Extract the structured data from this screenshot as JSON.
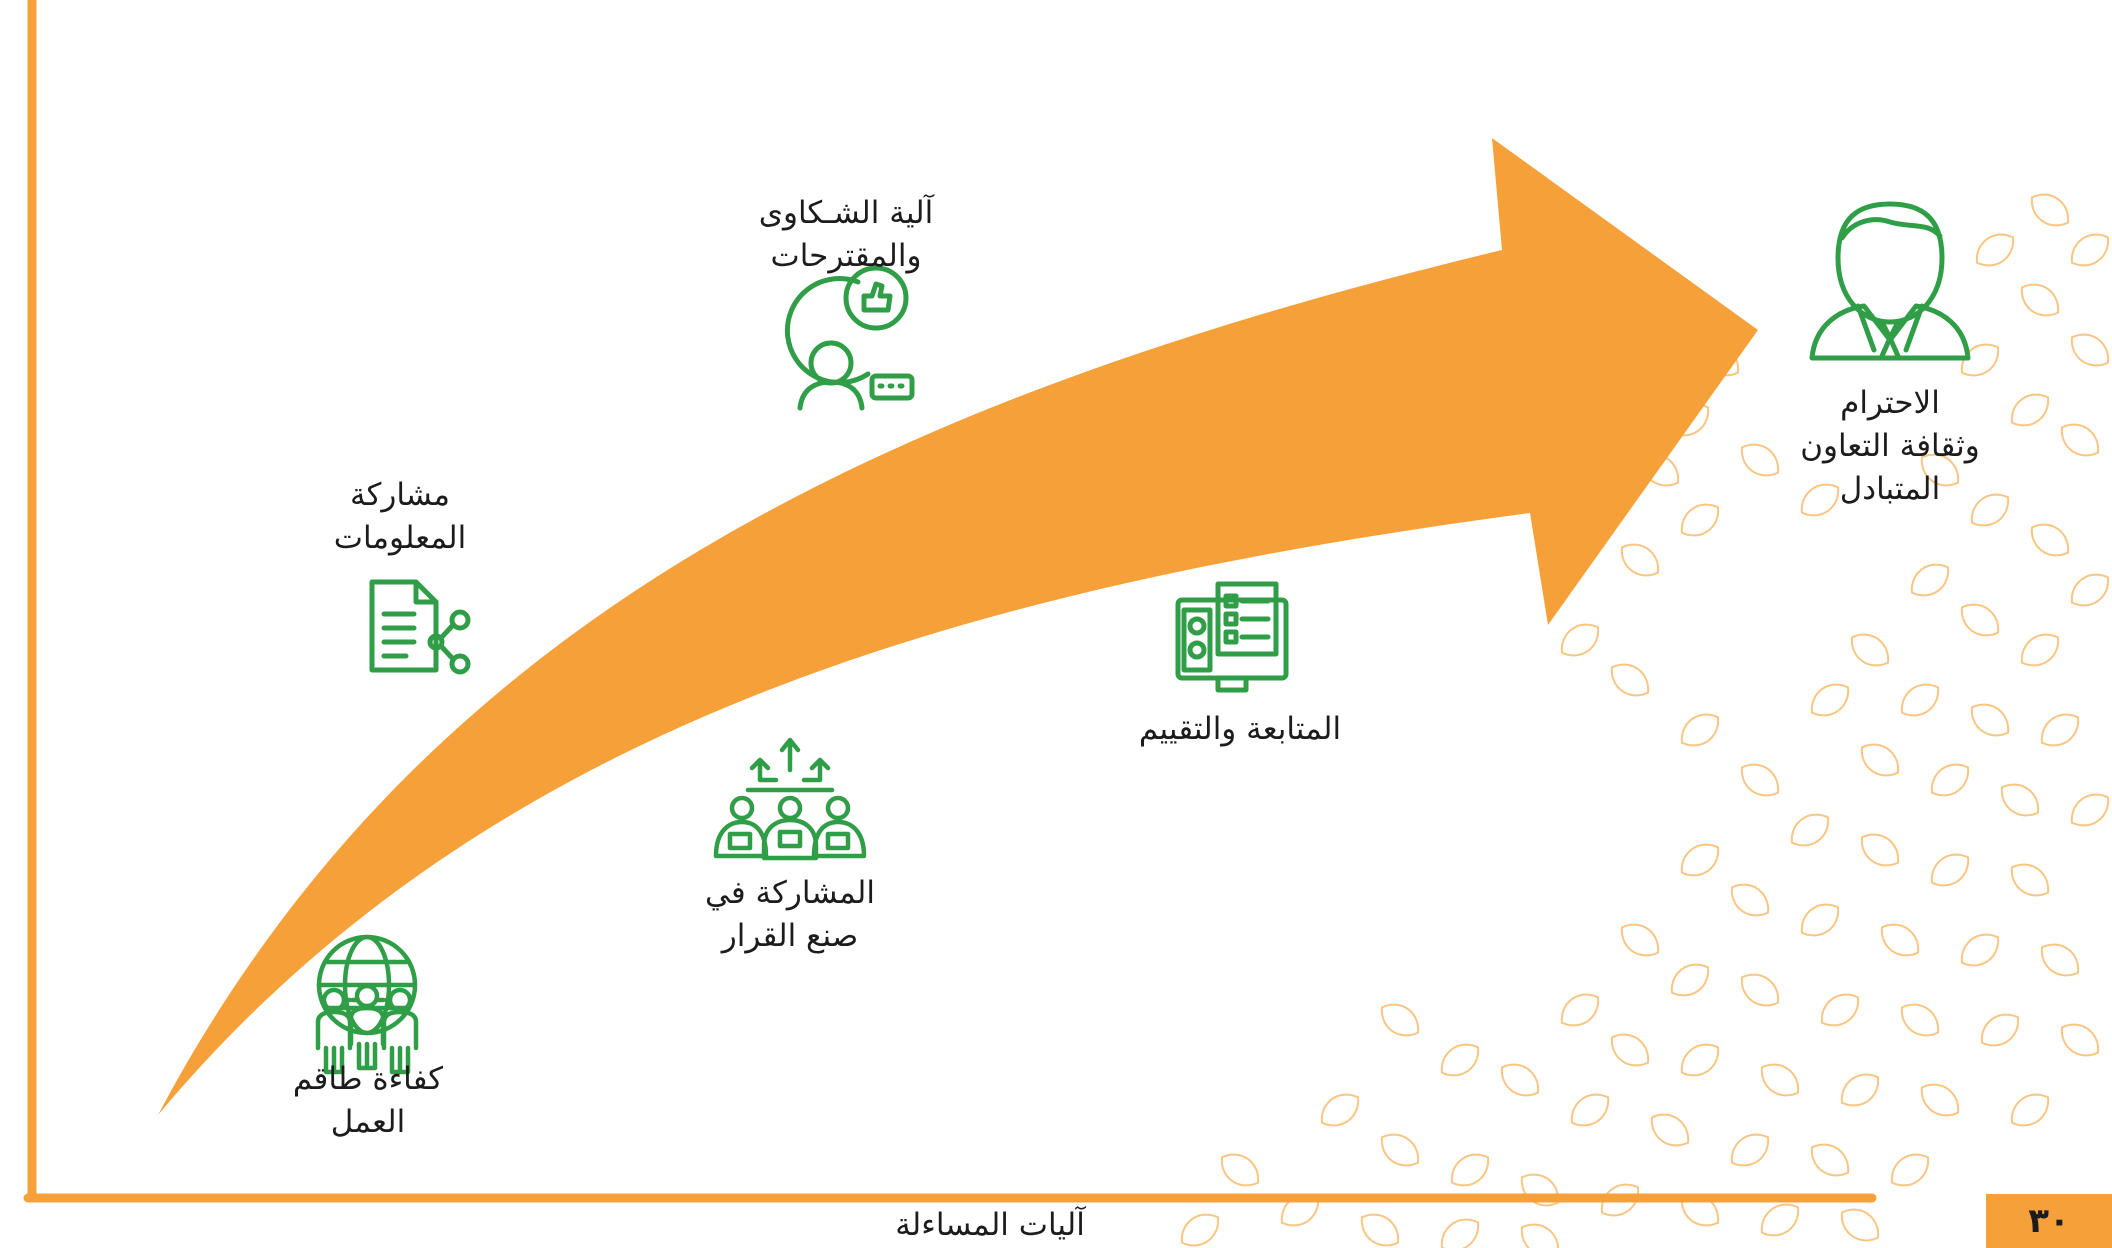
{
  "goal": {
    "lines": [
      "الاحترام",
      "وثقافة التعاون",
      "المتبادل"
    ],
    "icon": "businessman-icon"
  },
  "steps": [
    {
      "lines": [
        "كفاءة طاقم",
        "العمل"
      ],
      "icon": "team-globe-icon"
    },
    {
      "lines": [
        "مشاركة",
        "المعلومات"
      ],
      "icon": "document-share-icon"
    },
    {
      "lines": [
        "آلية الشـكاوى",
        "والمقترحات"
      ],
      "icon": "feedback-icon"
    },
    {
      "lines": [
        "المشاركة في",
        "صنع القرار"
      ],
      "icon": "decision-group-icon"
    },
    {
      "lines": [
        "المتابعة والتقييم"
      ],
      "icon": "evaluation-monitor-icon"
    }
  ],
  "axis_label": "آليات المساءلة",
  "page_number": "٣٠",
  "colors": {
    "arrow": "#f6a03a",
    "axis": "#f6a03a",
    "icon": "#2f9e47",
    "leaf": "#f6b25a"
  }
}
